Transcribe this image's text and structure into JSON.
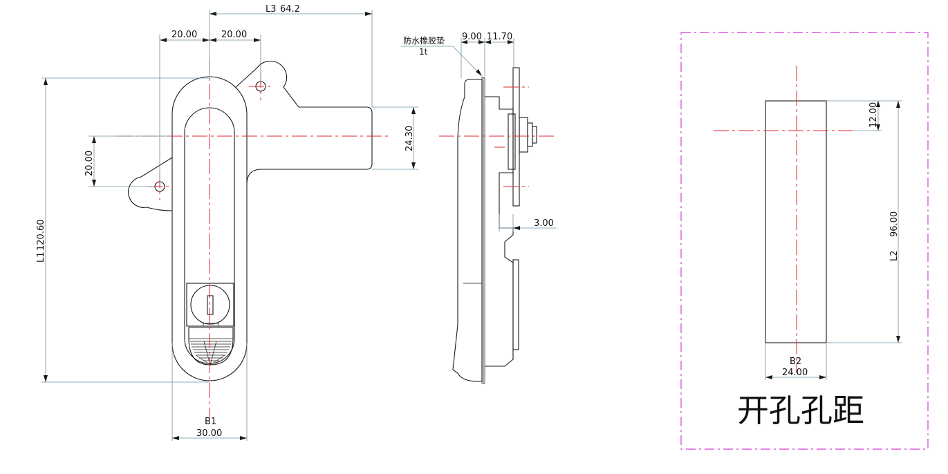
{
  "front_view": {
    "dim_l3_label": "L3",
    "dim_l3_value": "64.2",
    "dim_top_left": "20.00",
    "dim_top_right": "20.00",
    "dim_left_20": "20.00",
    "dim_right_2430": "24.30",
    "dim_l1_label": "L1",
    "dim_l1_value": "120.60",
    "dim_b1_label": "B1",
    "dim_b1_value": "30.00"
  },
  "side_view": {
    "gasket_label": "防水橡胶垫",
    "gasket_thickness": "1t",
    "dim_900": "9.00",
    "dim_1170": "11.70",
    "dim_300": "3.00"
  },
  "cutout_view": {
    "dim_1200": "12.00",
    "dim_l2_label": "L2",
    "dim_9600": "96.00",
    "dim_b2_label": "B2",
    "dim_2400": "24.00",
    "title": "开孔孔距"
  },
  "colors": {
    "outline": "#1a1a1a",
    "centerline": "#e0262a",
    "dimension": "#6d8fa0",
    "frame": "#d83ad8"
  }
}
